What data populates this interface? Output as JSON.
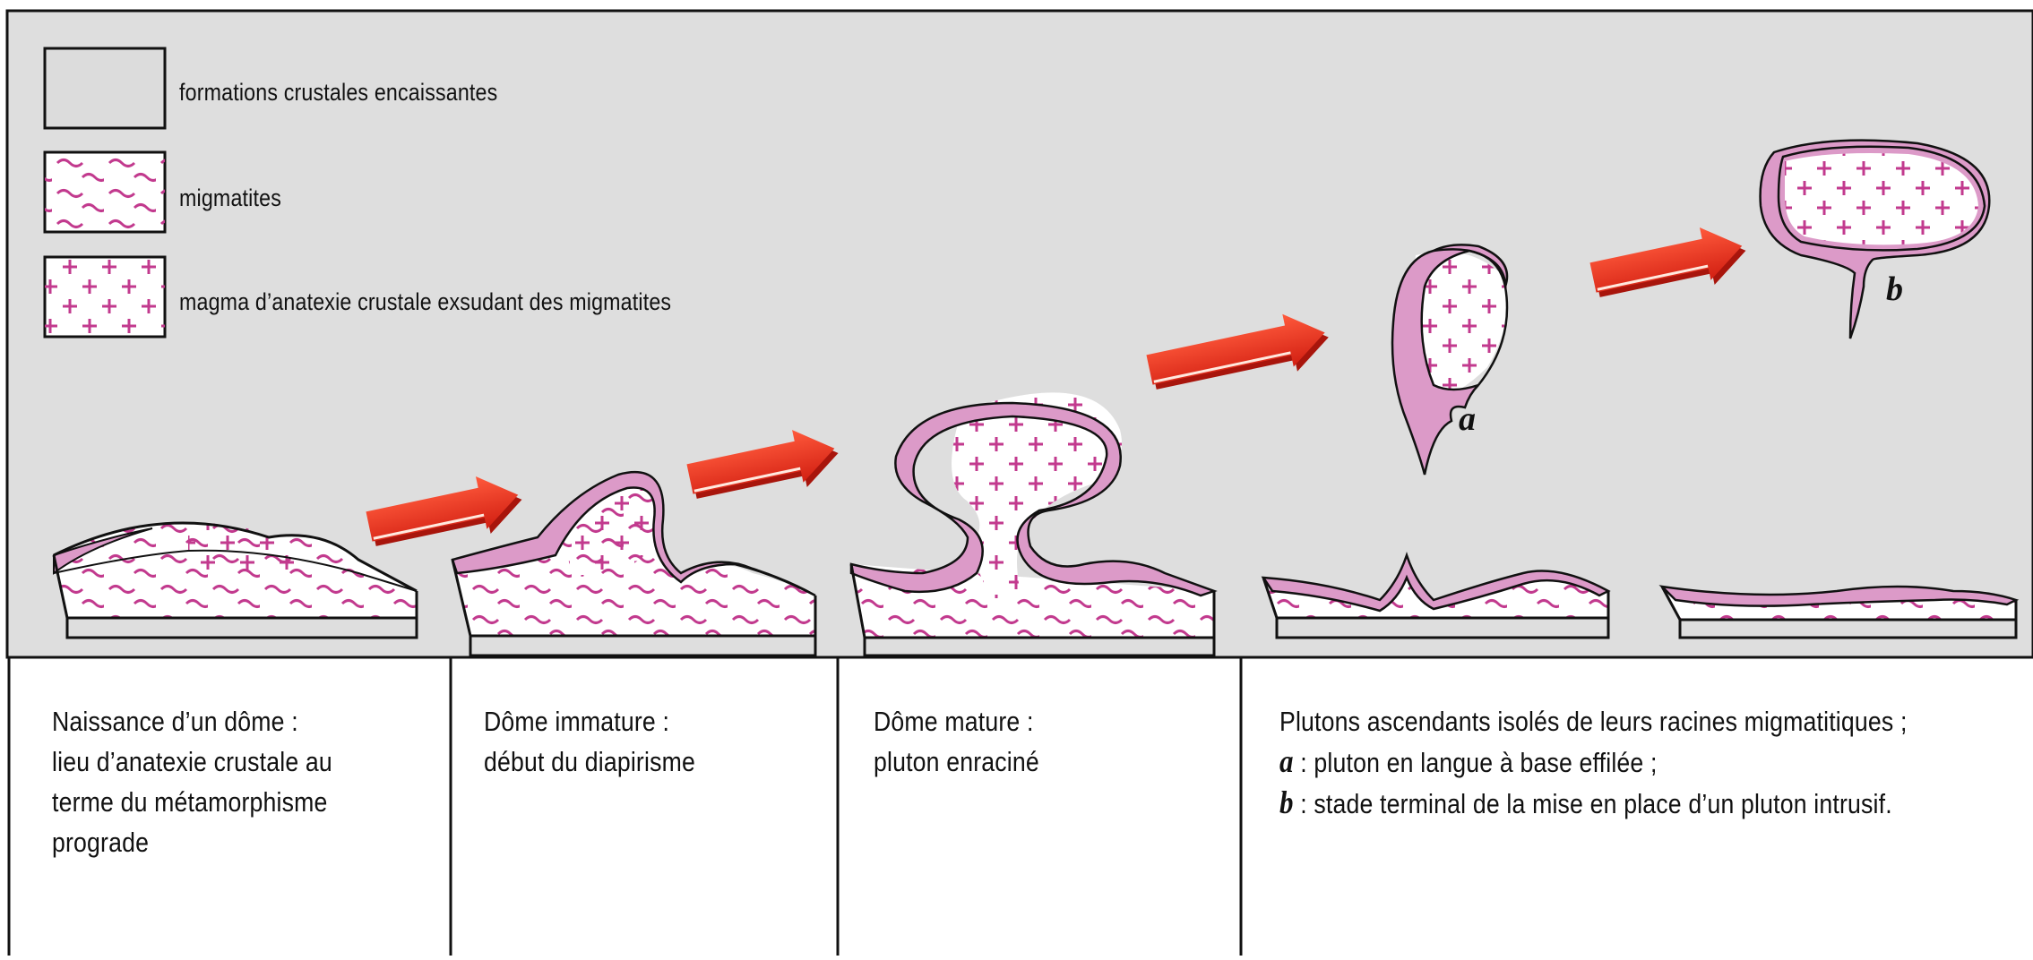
{
  "legend": {
    "items": [
      {
        "label": "formations crustales encaissantes"
      },
      {
        "label": "migmatites"
      },
      {
        "label": "magma d’anatexie crustale exsudant des migmatites"
      }
    ]
  },
  "figure_labels": {
    "a": "a",
    "b": "b"
  },
  "captions": [
    {
      "lines": [
        "Naissance d’un dôme :",
        "lieu d’anatexie crustale au",
        "terme du métamorphisme",
        "prograde"
      ]
    },
    {
      "lines": [
        "Dôme immature :",
        "début du diapirisme"
      ]
    },
    {
      "lines": [
        "Dôme mature :",
        "pluton enraciné"
      ]
    },
    {
      "lines": [
        {
          "tag": "",
          "text": "Plutons ascendants isolés de leurs racines migmatitiques ;"
        },
        {
          "tag": "a",
          "text": " : pluton en langue à base effilée ;"
        },
        {
          "tag": "b",
          "text": " : stade terminal de la mise en place d’un pluton intrusif."
        }
      ]
    }
  ],
  "colors": {
    "background": "#dedede",
    "pink_fill": "#dc9ac8",
    "symbol_magenta": "#c23a8e",
    "arrow_red": "#e8301f",
    "outline": "#111111"
  }
}
